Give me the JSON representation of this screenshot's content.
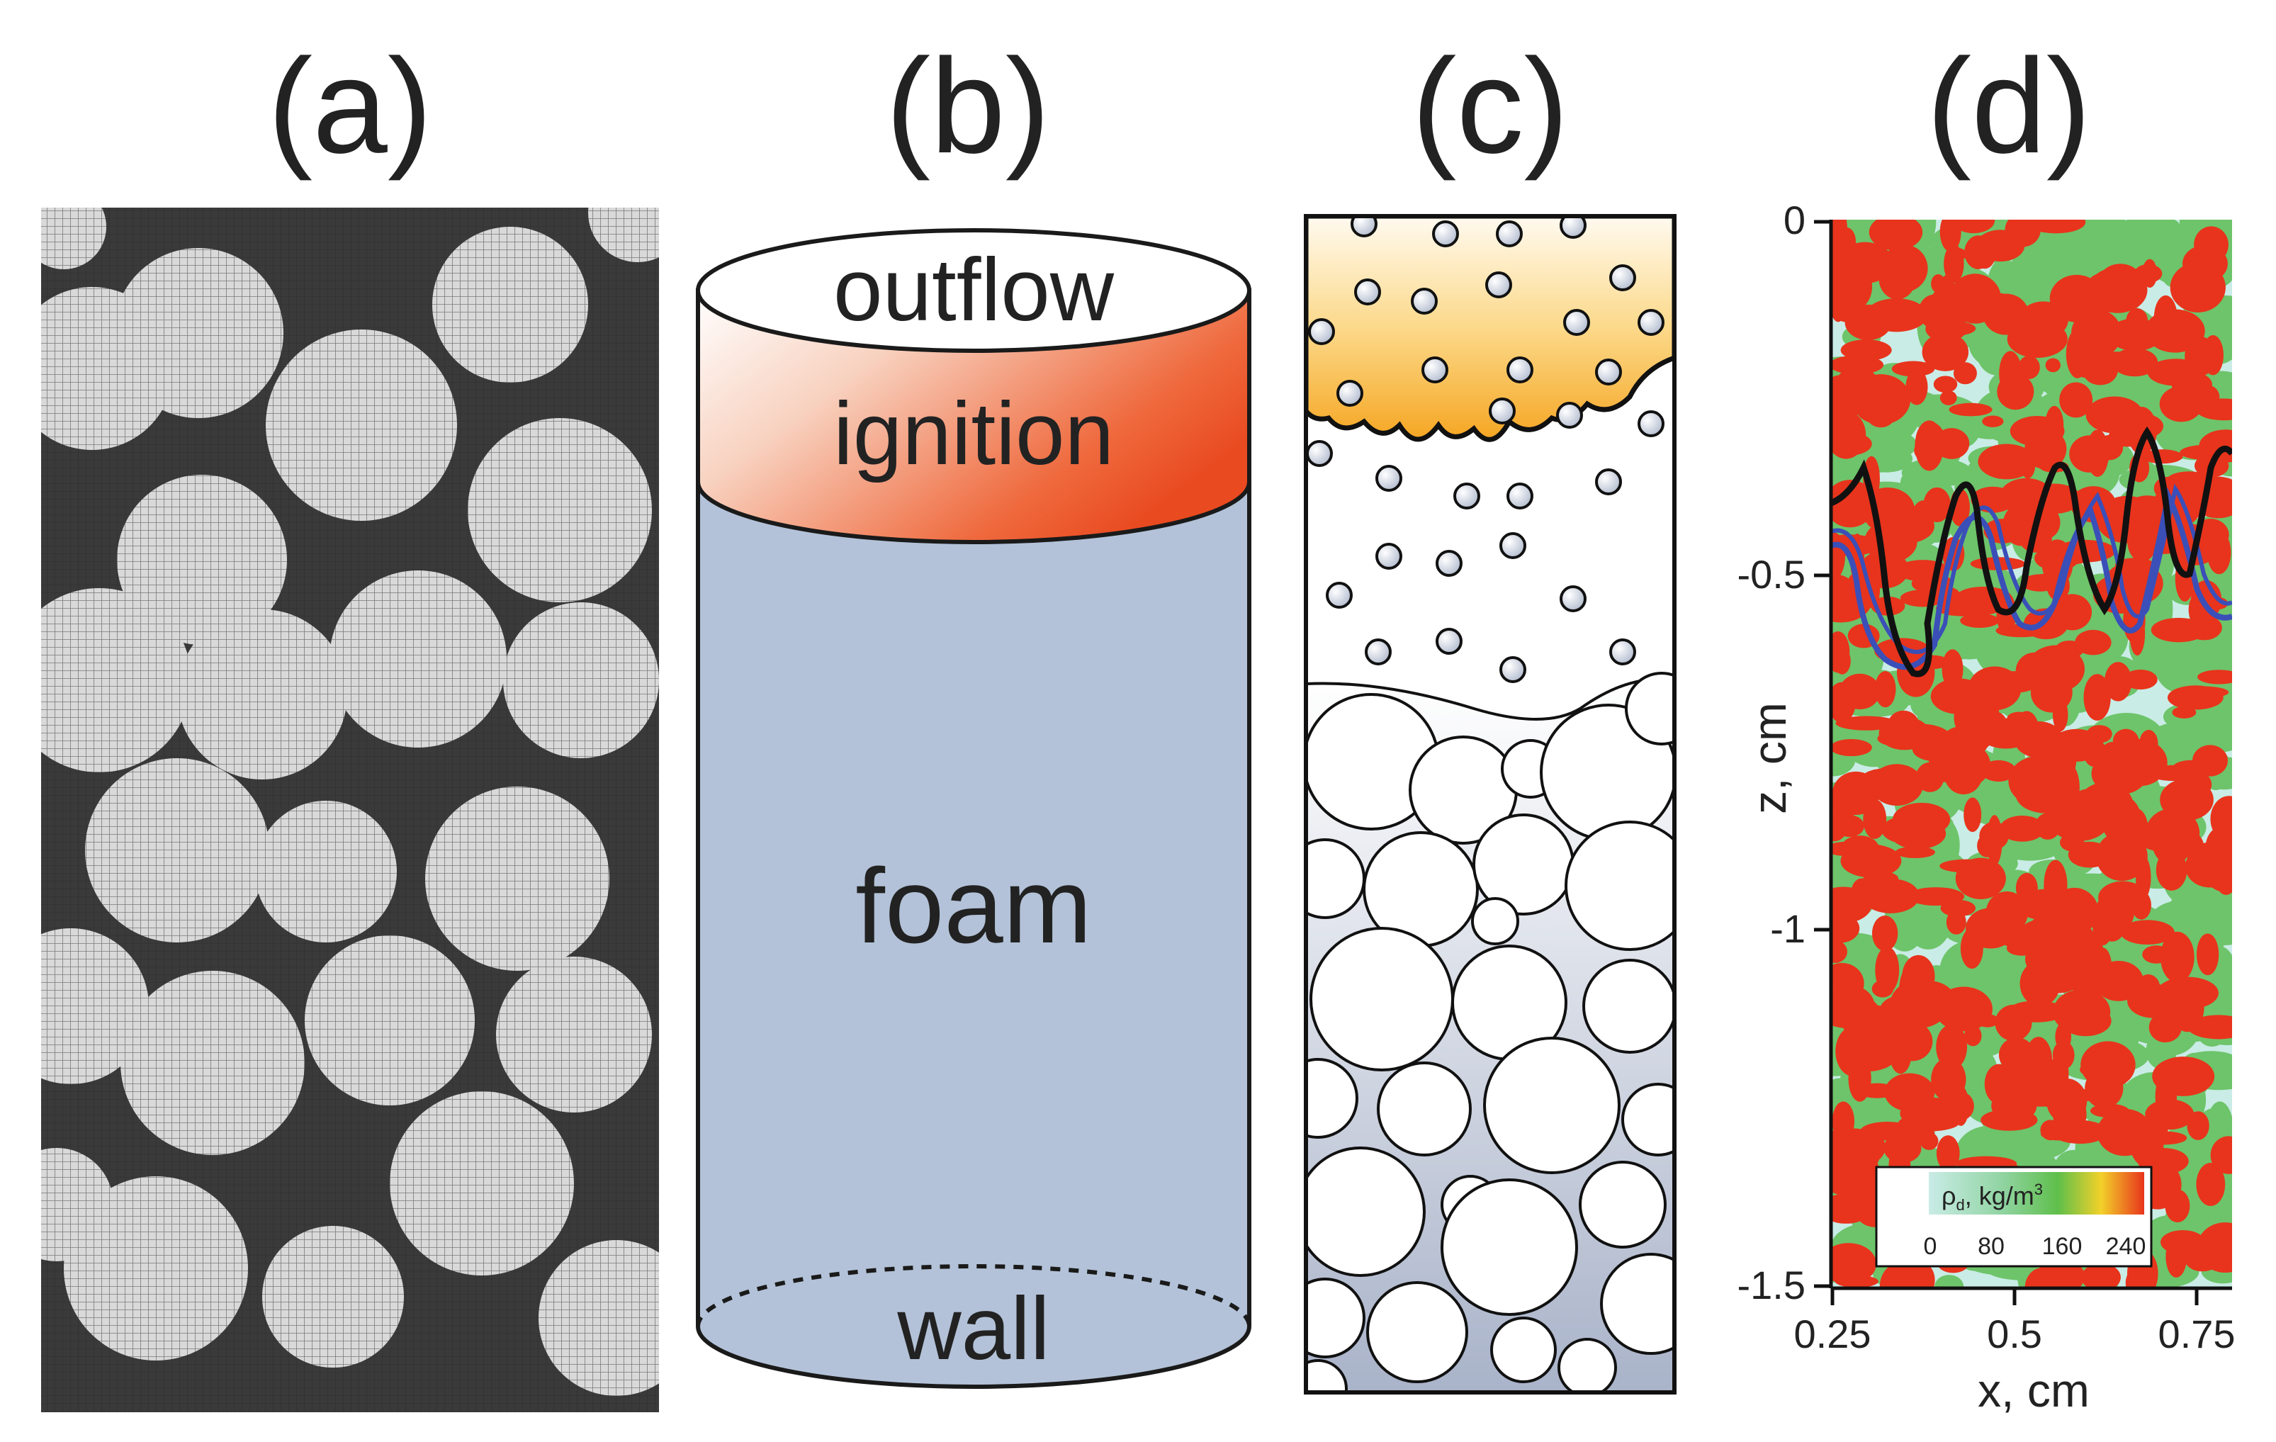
{
  "panels": {
    "a": {
      "label": "(a)"
    },
    "b": {
      "label": "(b)",
      "outflow": "outflow",
      "ignition": "ignition",
      "foam": "foam",
      "wall": "wall"
    },
    "c": {
      "label": "(c)"
    },
    "d": {
      "label": "(d)",
      "y_label": "z, cm",
      "x_label": "x, cm",
      "y_ticks": [
        "0",
        "-0.5",
        "-1",
        "-1.5"
      ],
      "x_ticks": [
        "0.25",
        "0.5",
        "0.75"
      ],
      "legend_title_rho": "ρ",
      "legend_title_sub": "d",
      "legend_title_units": ", kg/m",
      "legend_title_sup": "3",
      "legend_ticks": [
        "0",
        "80",
        "160",
        "240"
      ]
    }
  },
  "colors": {
    "dark_cell": "#3a3a3a",
    "light_cell": "#d9d9d9",
    "foam_blue": "#b3c2d8",
    "ignition_red": "#ef4a23",
    "flame_orange": "#f5a623",
    "heatmap_red": "#e8341c",
    "heatmap_green": "#6ec46a",
    "heatmap_cyan": "#c9ece6",
    "front_black": "#111111",
    "front_blue": "#3a4fb8"
  }
}
